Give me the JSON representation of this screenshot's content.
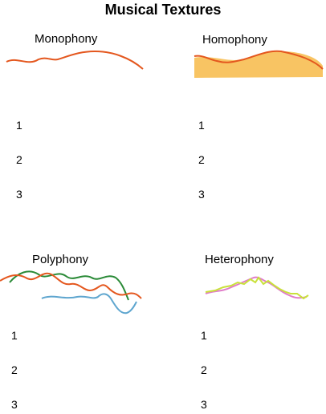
{
  "title": "Musical Textures",
  "panels": [
    {
      "title": "Monophony",
      "numbers": [
        "1",
        "2",
        "3"
      ]
    },
    {
      "title": "Homophony",
      "numbers": [
        "1",
        "2",
        "3"
      ]
    },
    {
      "title": "Polyphony",
      "numbers": [
        "1",
        "2",
        "3"
      ]
    },
    {
      "title": "Heterophony",
      "numbers": [
        "1",
        "2",
        "3"
      ]
    }
  ],
  "colors": {
    "melody_orange": "#e4571e",
    "accompaniment_fill": "#f8c463",
    "voice_green": "#2a8a37",
    "voice_blue": "#5fa6cf",
    "variant_pink": "#e07cc9",
    "variant_lime": "#c9e13a"
  }
}
